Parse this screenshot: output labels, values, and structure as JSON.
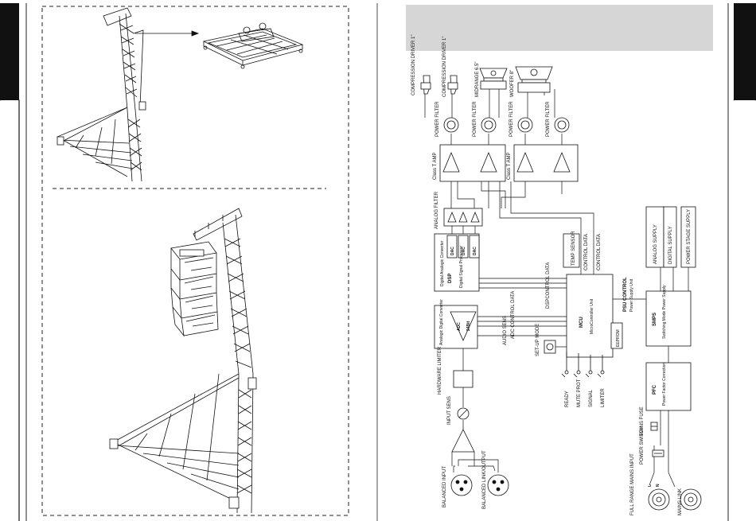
{
  "left_page": {
    "top_panel": {
      "illustration": "truss-tower-with-flying-frame"
    },
    "bottom_panel": {
      "illustration": "truss-tower-with-line-array"
    }
  },
  "block_diagram": {
    "drivers": {
      "compression_1": "COMPRESSION DRIVER 1\"",
      "compression_2": "COMPRESSION DRIVER 1\"",
      "midrange": "MIDRANGE 6.5\"",
      "woofer": "WOOFER 8\""
    },
    "power_filter": "POWER FILTER",
    "amp_label": "Class T AMP",
    "analog_filter": "ANALOG FILTER",
    "dsp": {
      "title": "DSP",
      "name": "Digital Signal Processor",
      "converter": "Digital Analogic Converter",
      "dac": "DAC"
    },
    "temp_sensor": "TEMP SENSOR",
    "control_data": "CONTROL DATA",
    "dsp_control_data": "DSPCONTROL DATA",
    "adc_control_data": "ADC CONTROL DATA",
    "audio_sens": "AUDIO SENS",
    "adc": {
      "name": "Analogic Digital Converter",
      "adc": "ADC",
      "bits": "24Bit"
    },
    "mcu": {
      "title": "MCU",
      "name": "MicroController Unit"
    },
    "setup_mode": "SET-UP MODE",
    "eeprom": "EEPROM",
    "psu_control": {
      "title": "PSU CONTROL",
      "name": "Power Supply Unit"
    },
    "smps": {
      "title": "SMPS",
      "name": "Switching Mode Power Supply"
    },
    "supplies": [
      "ANALOG SUPPLY",
      "DIGITAL SUPPLY",
      "POWER STAGE SUPPLY"
    ],
    "pfc": {
      "title": "PFC",
      "name": "Power Factor Correction"
    },
    "hardware_limiter": "HARDWARE LIMITER",
    "input_sens": "INPUT SENS",
    "leds": [
      "READY",
      "MUTE PROT",
      "SIGNAL",
      "LIMITER"
    ],
    "mains_fuse": "MAINS FUSE",
    "power_switch": "POWER SWITCH",
    "balanced_input": "BALANCED INPUT",
    "balanced_link": "BALANCED LINK/OUTPUT",
    "full_range_mains_input": "FULL RANGE MAINS INPUT",
    "mains_link": "MAINS LINK",
    "pin_l": "L",
    "pin_n": "N"
  }
}
